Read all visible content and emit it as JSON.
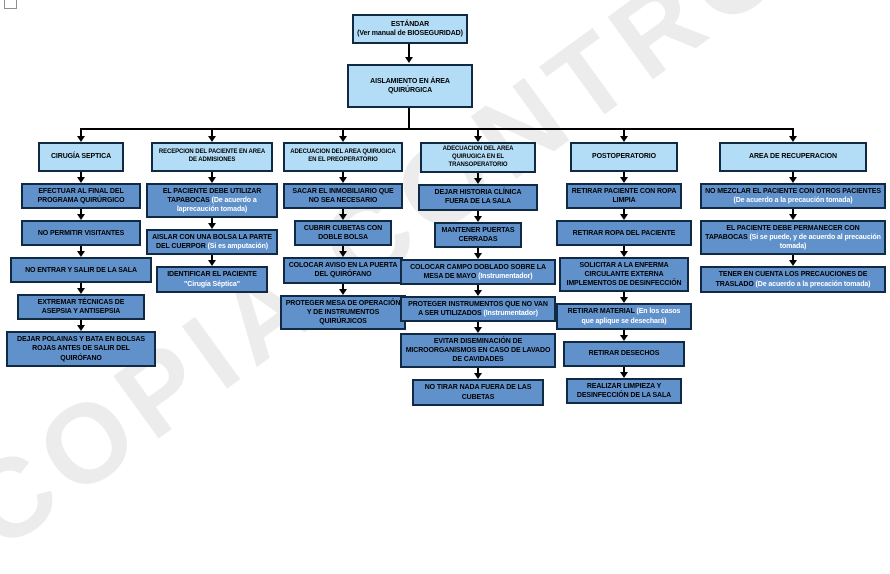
{
  "watermark": "COPIA CONTROLADA",
  "colors": {
    "header_fill": "#b3dcf6",
    "box_fill": "#6191cb",
    "border": "#102a43",
    "note_text": "#ffffff",
    "watermark_text": "#ececec"
  },
  "flow": {
    "root": {
      "title": "ESTÁNDAR",
      "subtitle": "(Ver manual de BIOSEGURIDAD)"
    },
    "main": {
      "title": "AISLAMIENTO EN ÁREA QUIRÚRGICA"
    }
  },
  "columns": [
    {
      "header": "CIRUGÍA SEPTICA",
      "boxes": [
        {
          "title": "EFECTUAR AL FINAL DEL PROGRAMA QUIRÚRGICO"
        },
        {
          "title": "NO PERMITIR VISITANTES"
        },
        {
          "title": "NO ENTRAR Y SALIR DE LA SALA"
        },
        {
          "title": "EXTREMAR TÉCNICAS DE ASEPSIA Y ANTISEPSIA"
        },
        {
          "title": "DEJAR POLAINAS Y BATA EN BOLSAS ROJAS ANTES DE SALIR DEL QUIRÓFANO"
        }
      ]
    },
    {
      "header": "RECEPCION DEL PACIENTE EN AREA DE ADMISIONES",
      "boxes": [
        {
          "title": "EL PACIENTE DEBE UTILIZAR TAPABOCAS",
          "note": "(De acuerdo a laprecaución tomada)"
        },
        {
          "title": "AISLAR CON UNA BOLSA LA PARTE DEL CUERPOR",
          "note": "(Si es amputación)"
        },
        {
          "title": "IDENTIFICAR EL PACIENTE",
          "note": "\"Cirugía Séptica\""
        }
      ]
    },
    {
      "header": "ADECUACION DEL AREA QUIRUGICA EN EL PREOPERATORIO",
      "boxes": [
        {
          "title": "SACAR EL INMOBILIARIO QUE NO SEA NECESARIO"
        },
        {
          "title": "CUBRIR CUBETAS CON DOBLE BOLSA"
        },
        {
          "title": "COLOCAR AVISO EN LA PUERTA DEL QUIRÓFANO"
        },
        {
          "title": "PROTEGER MESA DE OPERACIÓN Y DE INSTRUMENTOS QUIRÚRJICOS"
        }
      ]
    },
    {
      "header": "ADECUACION DEL AREA QUIRUGICA EN EL TRANSOPERATORIO",
      "boxes": [
        {
          "title": "DEJAR HISTORIA CLÍNICA FUERA DE LA SALA"
        },
        {
          "title": "MANTENER PUERTAS CERRADAS"
        },
        {
          "title": "COLOCAR CAMPO DOBLADO SOBRE LA MESA DE MAYO",
          "note": "(Instrumentador)"
        },
        {
          "title": "PROTEGER INSTRUMENTOS QUE NO VAN A SER UTILIZADOS",
          "note": "(Instrumentador)"
        },
        {
          "title": "EVITAR DISEMINACIÓN DE MICROORGANISMOS EN CASO DE LAVADO DE CAVIDADES"
        },
        {
          "title": "NO TIRAR NADA FUERA DE LAS CUBETAS"
        }
      ]
    },
    {
      "header": "POSTOPERATORIO",
      "boxes": [
        {
          "title": "RETIRAR PACIENTE CON ROPA LIMPIA"
        },
        {
          "title": "RETIRAR ROPA DEL PACIENTE"
        },
        {
          "title": "SOLICITAR A LA ENFERMA CIRCULANTE EXTERNA IMPLEMENTOS DE DESINFECCIÓN"
        },
        {
          "title": "RETIRAR MATERIAL",
          "note": "(En los casos que aplique se desechará)"
        },
        {
          "title": "RETIRAR DESECHOS"
        },
        {
          "title": "REALIZAR LIMPIEZA Y DESINFECCIÓN DE LA SALA"
        }
      ]
    },
    {
      "header": "AREA DE RECUPERACION",
      "boxes": [
        {
          "title": "NO MEZCLAR EL PACIENTE CON OTROS PACIENTES",
          "note": "(De acuerdo a la precaución tomada)"
        },
        {
          "title": "EL PACIENTE DEBE PERMANECER CON TAPABOCAS",
          "note": "(Si se puede, y de acuerdo al precaución tomada)"
        },
        {
          "title": "TENER EN CUENTA LOS PRECAUCIONES DE TRASLADO",
          "note": "(De acuerdo a la precación tomada)"
        }
      ]
    }
  ]
}
